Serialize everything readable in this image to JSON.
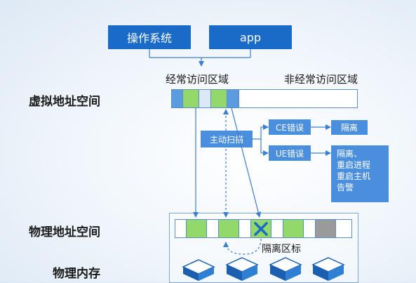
{
  "top_boxes": {
    "os": "操作系统",
    "app": "app"
  },
  "labels": {
    "frequent_region": "经常访问区域",
    "infrequent_region": "非经常访问区域",
    "virtual_space": "虚拟地址空间",
    "physical_space": "物理地址空间",
    "physical_memory": "物理内存",
    "isolation_mark": "隔离区标"
  },
  "process": {
    "active_scan": "主动扫描",
    "ce_error": "CE错误",
    "ue_error": "UE错误",
    "ce_action": "隔离",
    "ue_action_lines": [
      "隔离、",
      "重启进程",
      "重启主机",
      "告警"
    ]
  },
  "colors": {
    "primary_blue": "#1a6ac8",
    "light_blue": "#4a8fde",
    "green_cell": "#92d86a",
    "gray_cell": "#9a9a9a",
    "cross_blue": "#1a6ac8"
  }
}
